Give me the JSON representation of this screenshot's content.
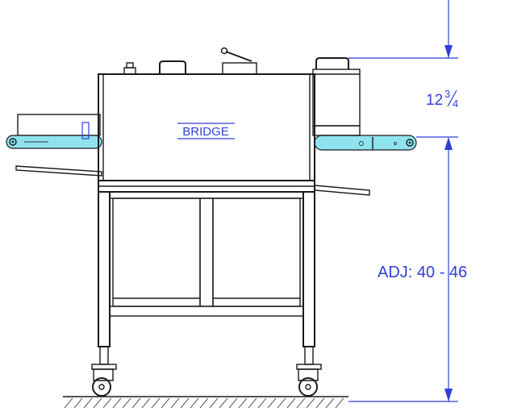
{
  "labels": {
    "brand": "BRIDGE",
    "height_upper_whole": "12",
    "height_upper_num": "3",
    "height_upper_den": "4",
    "height_adjust": "ADJ: 40 - 46"
  },
  "colors": {
    "dimension_blue": "#2f3fd6",
    "belt_cyan": "#8fe3ef",
    "line_black": "#1a1a1a"
  }
}
